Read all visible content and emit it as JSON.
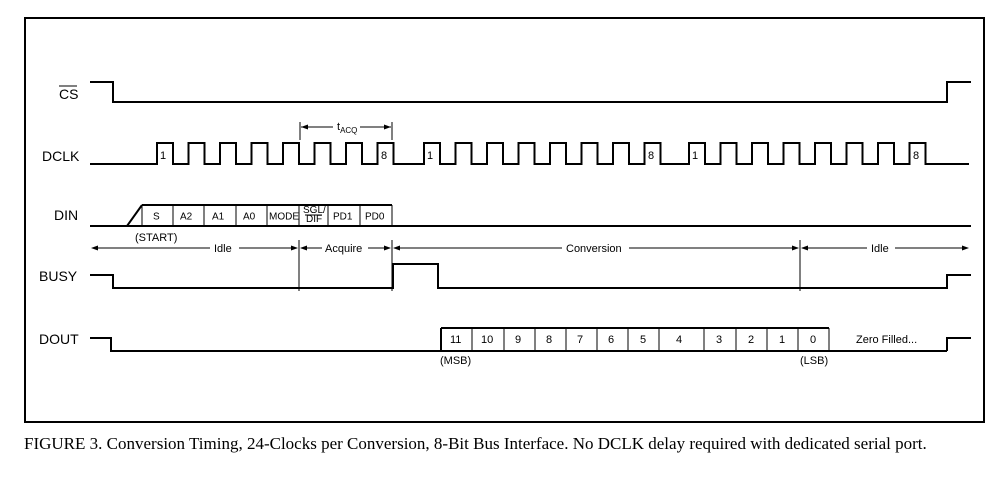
{
  "signals": {
    "cs": "CS",
    "dclk": "DCLK",
    "din": "DIN",
    "busy": "BUSY",
    "dout": "DOUT"
  },
  "dclk_pulse_labels": {
    "first_group_start": "1",
    "first_group_end": "8",
    "second_group_start": "1",
    "second_group_end": "8",
    "third_group_start": "1",
    "third_group_end": "8"
  },
  "tacq": {
    "t": "t",
    "sub": "ACQ"
  },
  "din_bits": [
    "S",
    "A2",
    "A1",
    "A0",
    "MODE",
    "SGL/DIF",
    "PD1",
    "PD0"
  ],
  "din_sgl_top": "SGL/",
  "din_sgl_bottom": "DIF",
  "din_start_note": "(START)",
  "phases": {
    "idle1": "Idle",
    "acquire": "Acquire",
    "conversion": "Conversion",
    "idle2": "Idle"
  },
  "dout_bits": [
    "11",
    "10",
    "9",
    "8",
    "7",
    "6",
    "5",
    "4",
    "3",
    "2",
    "1",
    "0"
  ],
  "dout_zero_filled": "Zero Filled...",
  "dout_msb": "(MSB)",
  "dout_lsb": "(LSB)",
  "caption": {
    "label": "FIGURE 3.",
    "text": "Conversion Timing, 24-Clocks per Conversion, 8-Bit Bus Interface. No DCLK delay required with dedicated serial port."
  }
}
